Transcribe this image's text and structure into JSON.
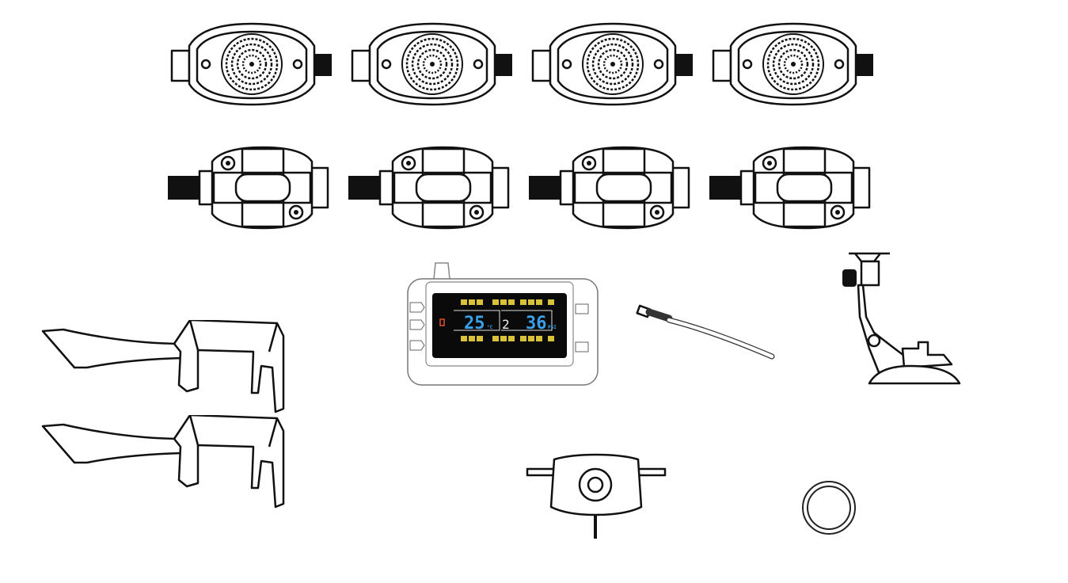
{
  "display": {
    "temperature": "25",
    "temp_unit": "°C",
    "tire_position": "2",
    "pressure": "36",
    "pressure_unit": "PSI"
  },
  "colors": {
    "lcd_background": "#0a0a0a",
    "lcd_digits": "#3aa0e8",
    "lcd_segments": "#d8c23a",
    "battery_icon": "#e0502a"
  },
  "items": {
    "sensor_front_count": 4,
    "sensor_back_count": 4,
    "bracket_count": 2
  }
}
